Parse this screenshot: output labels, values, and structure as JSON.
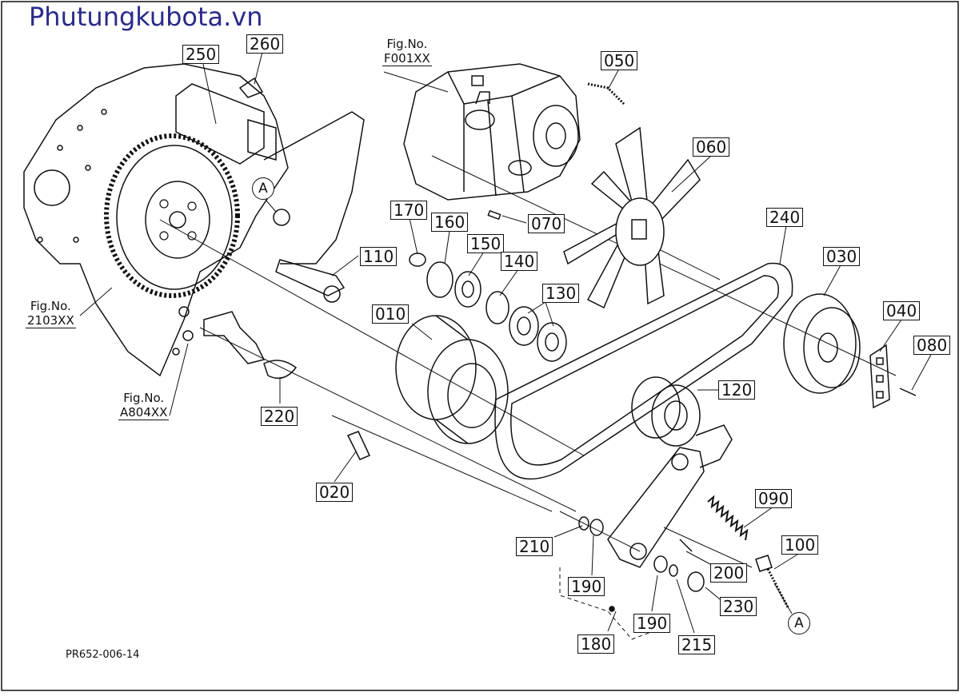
{
  "site_title": "Phutungkubota.vn",
  "drawing_code": "PR652-006-14",
  "callout_letter": "A",
  "figure_refs": [
    {
      "line1": "Fig.No.",
      "line2": "F001XX"
    },
    {
      "line1": "Fig.No.",
      "line2": "2103XX"
    },
    {
      "line1": "Fig.No.",
      "line2": "A804XX"
    }
  ],
  "parts": [
    "250",
    "260",
    "050",
    "060",
    "170",
    "160",
    "070",
    "150",
    "140",
    "110",
    "130",
    "010",
    "240",
    "030",
    "040",
    "080",
    "120",
    "220",
    "020",
    "090",
    "100",
    "210",
    "200",
    "190",
    "230",
    "190",
    "215",
    "180"
  ]
}
